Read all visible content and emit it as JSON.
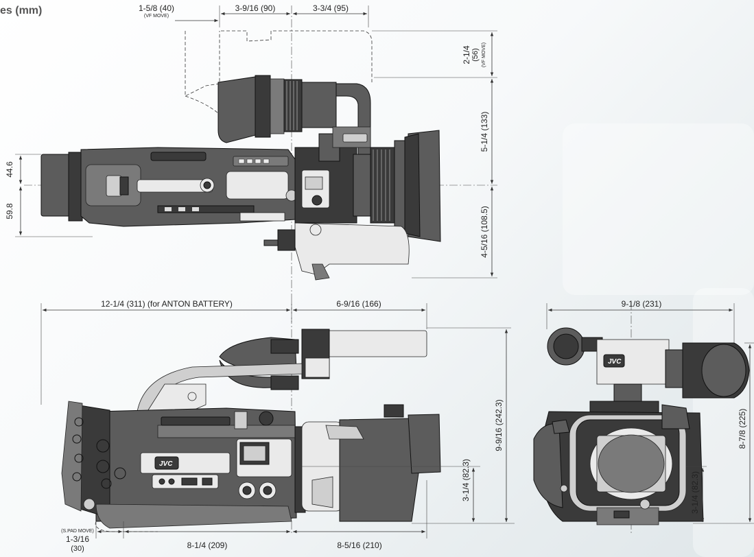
{
  "heading": "es (mm)",
  "brand": "JVC",
  "top_view": {
    "vf_move_width": "1-5/8 (40)",
    "vf_move_width_note": "(VF MOVE)",
    "top_left_width": "3-9/16 (90)",
    "top_right_width": "3-3/4 (95)",
    "vf_move_height": "2-1/4",
    "vf_move_height_mm": "(56)",
    "vf_move_height_note": "(VF MOVE)",
    "upper_height": "5-1/4 (133)",
    "lower_height": "4-5/16 (108.5)",
    "left_upper": "44.6",
    "left_lower": "59.8"
  },
  "side_view": {
    "rear_length": "12-1/4 (311) (for ANTON BATTERY)",
    "front_length": "6-9/16 (166)",
    "total_height": "9-9/16 (242.3)",
    "axis_height": "3-1/4 (82.3)",
    "spad_note": "(S.PAD MOVE)",
    "spad_value": "1-3/16",
    "spad_mm": "(30)",
    "bottom_rear": "8-1/4 (209)",
    "bottom_front": "8-5/16 (210)"
  },
  "front_view": {
    "width": "9-1/8 (231)",
    "axis_height": "3-1/4 (82.3)",
    "total_height": "8-7/8 (225)"
  }
}
